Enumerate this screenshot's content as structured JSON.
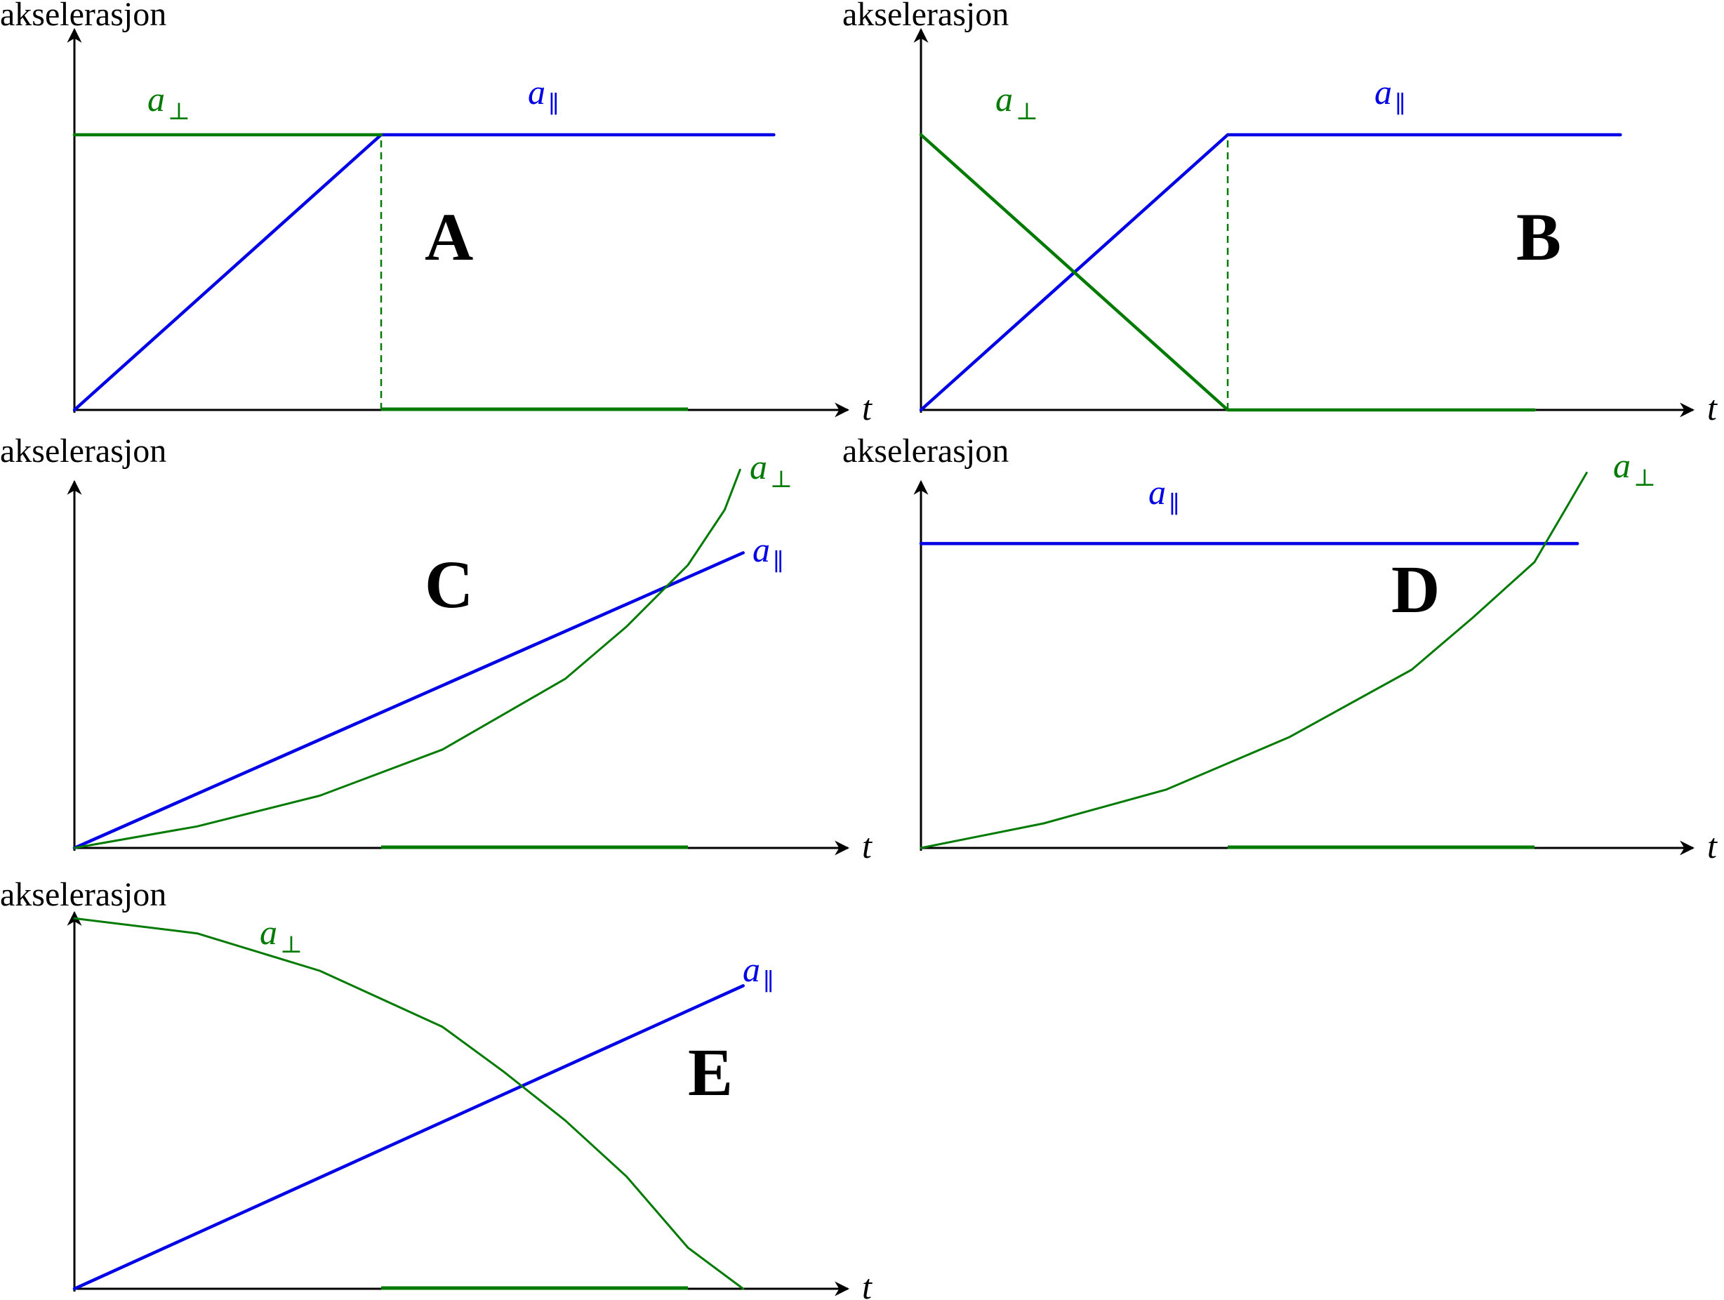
{
  "colors": {
    "blue": "#0000e6",
    "green": "#007a00",
    "axis": "#000000"
  },
  "labels": {
    "y_axis": "akselerasjon",
    "t_axis": "t",
    "a_perp": "a",
    "perp_sub": "⊥",
    "a_par": "a",
    "par_sub": "∥"
  },
  "chart_data": [
    {
      "type": "line",
      "panel": "A",
      "xlabel": "t",
      "ylabel": "akselerasjon",
      "xlim": [
        0,
        10
      ],
      "ylim": [
        0,
        1
      ],
      "series": [
        {
          "name": "a∥",
          "color": "#0000e6",
          "points": [
            [
              0,
              0
            ],
            [
              5,
              1
            ],
            [
              11.4,
              1
            ]
          ]
        },
        {
          "name": "a⊥",
          "color": "#007a00",
          "points": [
            [
              0,
              1
            ],
            [
              5,
              1
            ]
          ],
          "segments": [
            [
              [
                5,
                0
              ],
              [
                10,
                0
              ]
            ]
          ],
          "dashed_drop": [
            5,
            0,
            1
          ]
        }
      ]
    },
    {
      "type": "line",
      "panel": "B",
      "xlabel": "t",
      "ylabel": "akselerasjon",
      "xlim": [
        0,
        10
      ],
      "ylim": [
        0,
        1
      ],
      "series": [
        {
          "name": "a∥",
          "color": "#0000e6",
          "points": [
            [
              0,
              0
            ],
            [
              5,
              1
            ],
            [
              11.4,
              1
            ]
          ]
        },
        {
          "name": "a⊥",
          "color": "#007a00",
          "points": [
            [
              0,
              1
            ],
            [
              5,
              0
            ],
            [
              10,
              0
            ]
          ],
          "dashed_drop": [
            5,
            0,
            1
          ]
        }
      ]
    },
    {
      "type": "line",
      "panel": "C",
      "xlabel": "t",
      "ylabel": "akselerasjon",
      "xlim": [
        0,
        10
      ],
      "ylim": [
        0,
        1.2
      ],
      "series": [
        {
          "name": "a∥",
          "color": "#0000e6",
          "points": [
            [
              0,
              0
            ],
            [
              10.9,
              0.96
            ]
          ]
        },
        {
          "name": "a⊥",
          "color": "#007a00",
          "points": [
            [
              0,
              0
            ],
            [
              2,
              0.07
            ],
            [
              4,
              0.17
            ],
            [
              6,
              0.32
            ],
            [
              8,
              0.55
            ],
            [
              9,
              0.72
            ],
            [
              10,
              0.92
            ],
            [
              10.6,
              1.1
            ],
            [
              10.85,
              1.23
            ]
          ],
          "segments": [
            [
              [
                5,
                0
              ],
              [
                10,
                0
              ]
            ]
          ]
        }
      ]
    },
    {
      "type": "line",
      "panel": "D",
      "xlabel": "t",
      "ylabel": "akselerasjon",
      "xlim": [
        0,
        10
      ],
      "ylim": [
        0,
        1.2
      ],
      "series": [
        {
          "name": "a∥",
          "color": "#0000e6",
          "points": [
            [
              0,
              0.99
            ],
            [
              10.7,
              0.99
            ]
          ]
        },
        {
          "name": "a⊥",
          "color": "#007a00",
          "points": [
            [
              0,
              0
            ],
            [
              2,
              0.08
            ],
            [
              4,
              0.19
            ],
            [
              6,
              0.36
            ],
            [
              8,
              0.58
            ],
            [
              9,
              0.75
            ],
            [
              10,
              0.93
            ],
            [
              10.5,
              1.1
            ],
            [
              10.85,
              1.22
            ]
          ],
          "segments": [
            [
              [
                5,
                0
              ],
              [
                10,
                0
              ]
            ]
          ]
        }
      ]
    },
    {
      "type": "line",
      "panel": "E",
      "xlabel": "t",
      "ylabel": "akselerasjon",
      "xlim": [
        0,
        10
      ],
      "ylim": [
        0,
        1
      ],
      "series": [
        {
          "name": "a∥",
          "color": "#0000e6",
          "points": [
            [
              0,
              0
            ],
            [
              10.9,
              0.81
            ]
          ]
        },
        {
          "name": "a⊥",
          "color": "#007a00",
          "points": [
            [
              0,
              0.99
            ],
            [
              2,
              0.95
            ],
            [
              4,
              0.85
            ],
            [
              6,
              0.7
            ],
            [
              7,
              0.58
            ],
            [
              8,
              0.45
            ],
            [
              9,
              0.3
            ],
            [
              10,
              0.11
            ],
            [
              10.9,
              0
            ]
          ],
          "segments": [
            [
              [
                5,
                0
              ],
              [
                10,
                0
              ]
            ]
          ]
        }
      ]
    }
  ]
}
